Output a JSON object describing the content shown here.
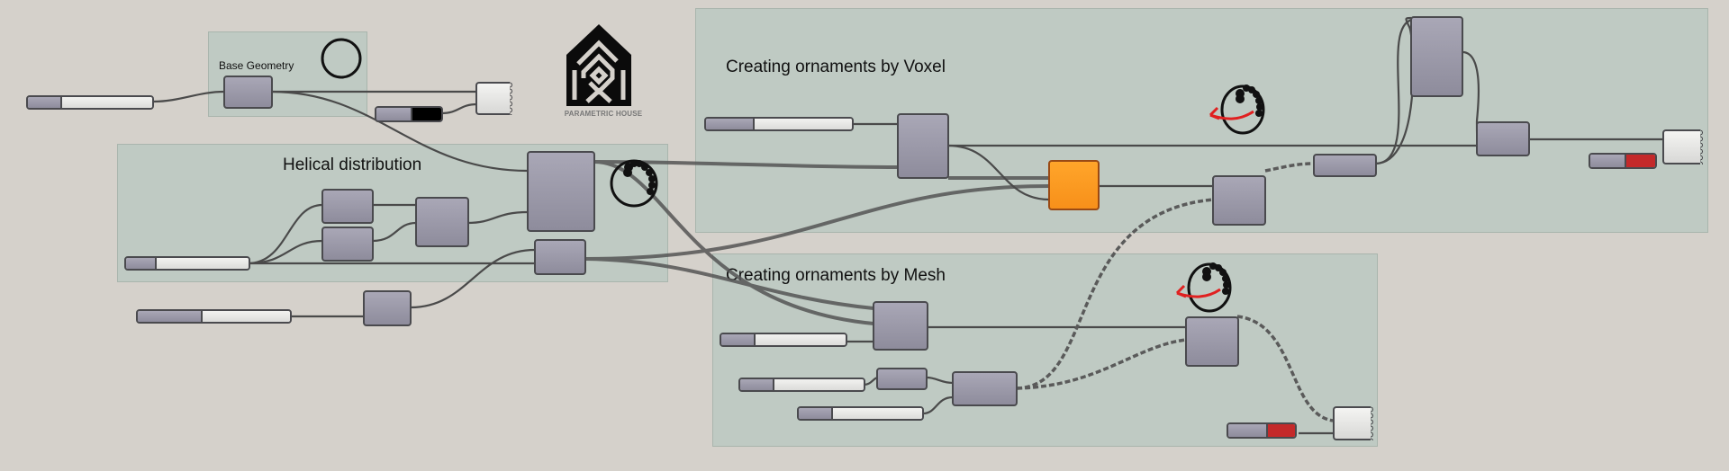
{
  "canvas": {
    "background_color": "#d5d1cb",
    "group_color": "#bfcac3",
    "node_color": "#9d9bab",
    "accent_orange": "#f7941d",
    "toggle_on_color": "#000000",
    "toggle_off_color": "#c4292a",
    "wire_color": "#4a4a4a",
    "arrow_color": "#e02020"
  },
  "logo": {
    "icon": "parametric-house-logo-icon",
    "text": "PARAMETRIC HOUSE"
  },
  "groups": [
    {
      "id": "base-geometry",
      "title": "Base Geometry",
      "icon": "circle-preview-icon"
    },
    {
      "id": "helical-distribution",
      "title": "Helical distribution",
      "icon": "helix-preview-icon"
    },
    {
      "id": "ornaments-voxel",
      "title": "Creating ornaments by Voxel",
      "icon": "helix-rotation-icon"
    },
    {
      "id": "ornaments-mesh",
      "title": "Creating ornaments by Mesh",
      "icon": "helix-rotation-icon"
    }
  ],
  "toggles": [
    {
      "id": "base-toggle",
      "state": "on"
    },
    {
      "id": "voxel-toggle",
      "state": "off"
    },
    {
      "id": "mesh-toggle",
      "state": "off"
    }
  ]
}
